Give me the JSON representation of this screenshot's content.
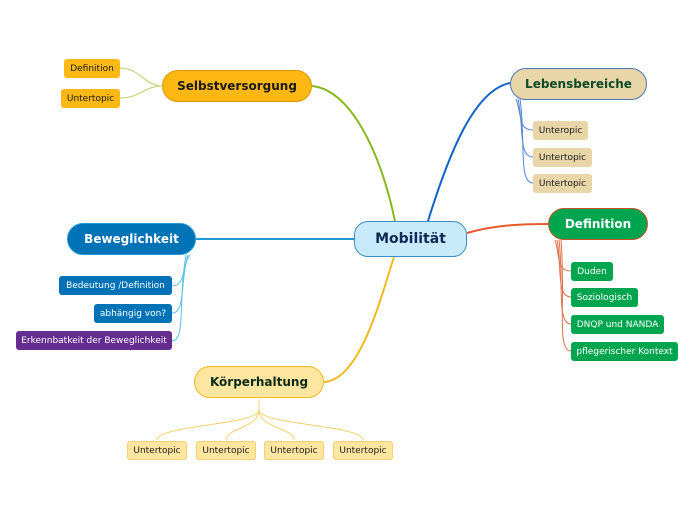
{
  "central_topic": "Mobilität",
  "branches": {
    "selbstversorgung": {
      "title": "Selbstversorgung",
      "children": [
        "Definition",
        "Untertopic"
      ],
      "color": "#fdb813"
    },
    "lebensbereiche": {
      "title": "Lebensbereiche",
      "children": [
        "Unteropic",
        "Untertopic",
        "Untertopic"
      ],
      "color": "#e8d5a8"
    },
    "definition": {
      "title": "Definition",
      "children": [
        "Duden",
        "Soziologisch",
        "DNQP und NANDA",
        "pflegerischer Kontext"
      ],
      "color": "#00a550"
    },
    "beweglichkeit": {
      "title": "Beweglichkeit",
      "children": [
        "Bedeutung /Definition",
        "abhängig von?",
        "Erkennbatkeit der Beweglichkeit"
      ],
      "color": "#0072b6"
    },
    "koerperhaltung": {
      "title": "Körperhaltung",
      "children": [
        "Untertopic",
        "Untertopic",
        "Untertopic",
        "Untertopic"
      ],
      "color": "#fee5a0"
    }
  }
}
